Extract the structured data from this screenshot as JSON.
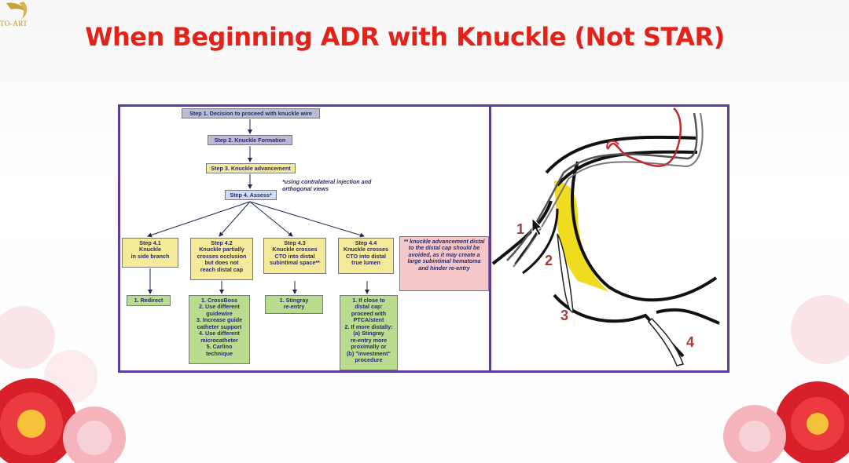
{
  "slide": {
    "logo_text": "TO-ART",
    "title": "When Beginning ADR with Knuckle (Not STAR)"
  },
  "flowchart": {
    "step1": "Step 1. Decision to proceed with knuckle wire",
    "step2": "Step 2.  Knuckle Formation",
    "step3": "Step 3. Knuckle advancement",
    "step4": "Step 4. Assess*",
    "note": "*using contralateral injection and\northogonal views",
    "branches": [
      {
        "label": "Step 4.1\nKnuckle\nin side branch",
        "action": "1. Redirect"
      },
      {
        "label": "Step 4.2\nKnuckle partially\ncrosses occlusion\nbut does not\nreach distal cap",
        "action": "1. CrossBoss\n2. Use different\nguidewire\n3. Increase guide\ncatheter support\n4. Use different\nmicrocatheter\n5. Carlino\ntechnique"
      },
      {
        "label": "Step 4.3\nKnuckle crosses\nCTO into distal\nsubintimal space**",
        "action": "1. Stingray\nre-entry"
      },
      {
        "label": "Step 4.4\nKnuckle crosses\nCTO into distal\ntrue lumen",
        "action": "1. If close to\ndistal cap:\nproceed with\nPTCA/stent\n2. If more distally:\n(a) Stingray\nre-entry more\nproximally or\n(b) \"investment\"\nprocedure"
      }
    ],
    "warning": "** knuckle advancement distal\nto the distal cap should be\navoided, as it may create a\nlarge subintimal hematoma\nand hinder re-entry"
  },
  "diagram": {
    "labels": [
      "1",
      "2",
      "3",
      "4"
    ],
    "colors": {
      "occlusion": "#f0dc1e",
      "wire": "#c0282e",
      "vessel": "#111111"
    }
  },
  "colors": {
    "title": "#e32219",
    "frame": "#5b3e9a"
  }
}
